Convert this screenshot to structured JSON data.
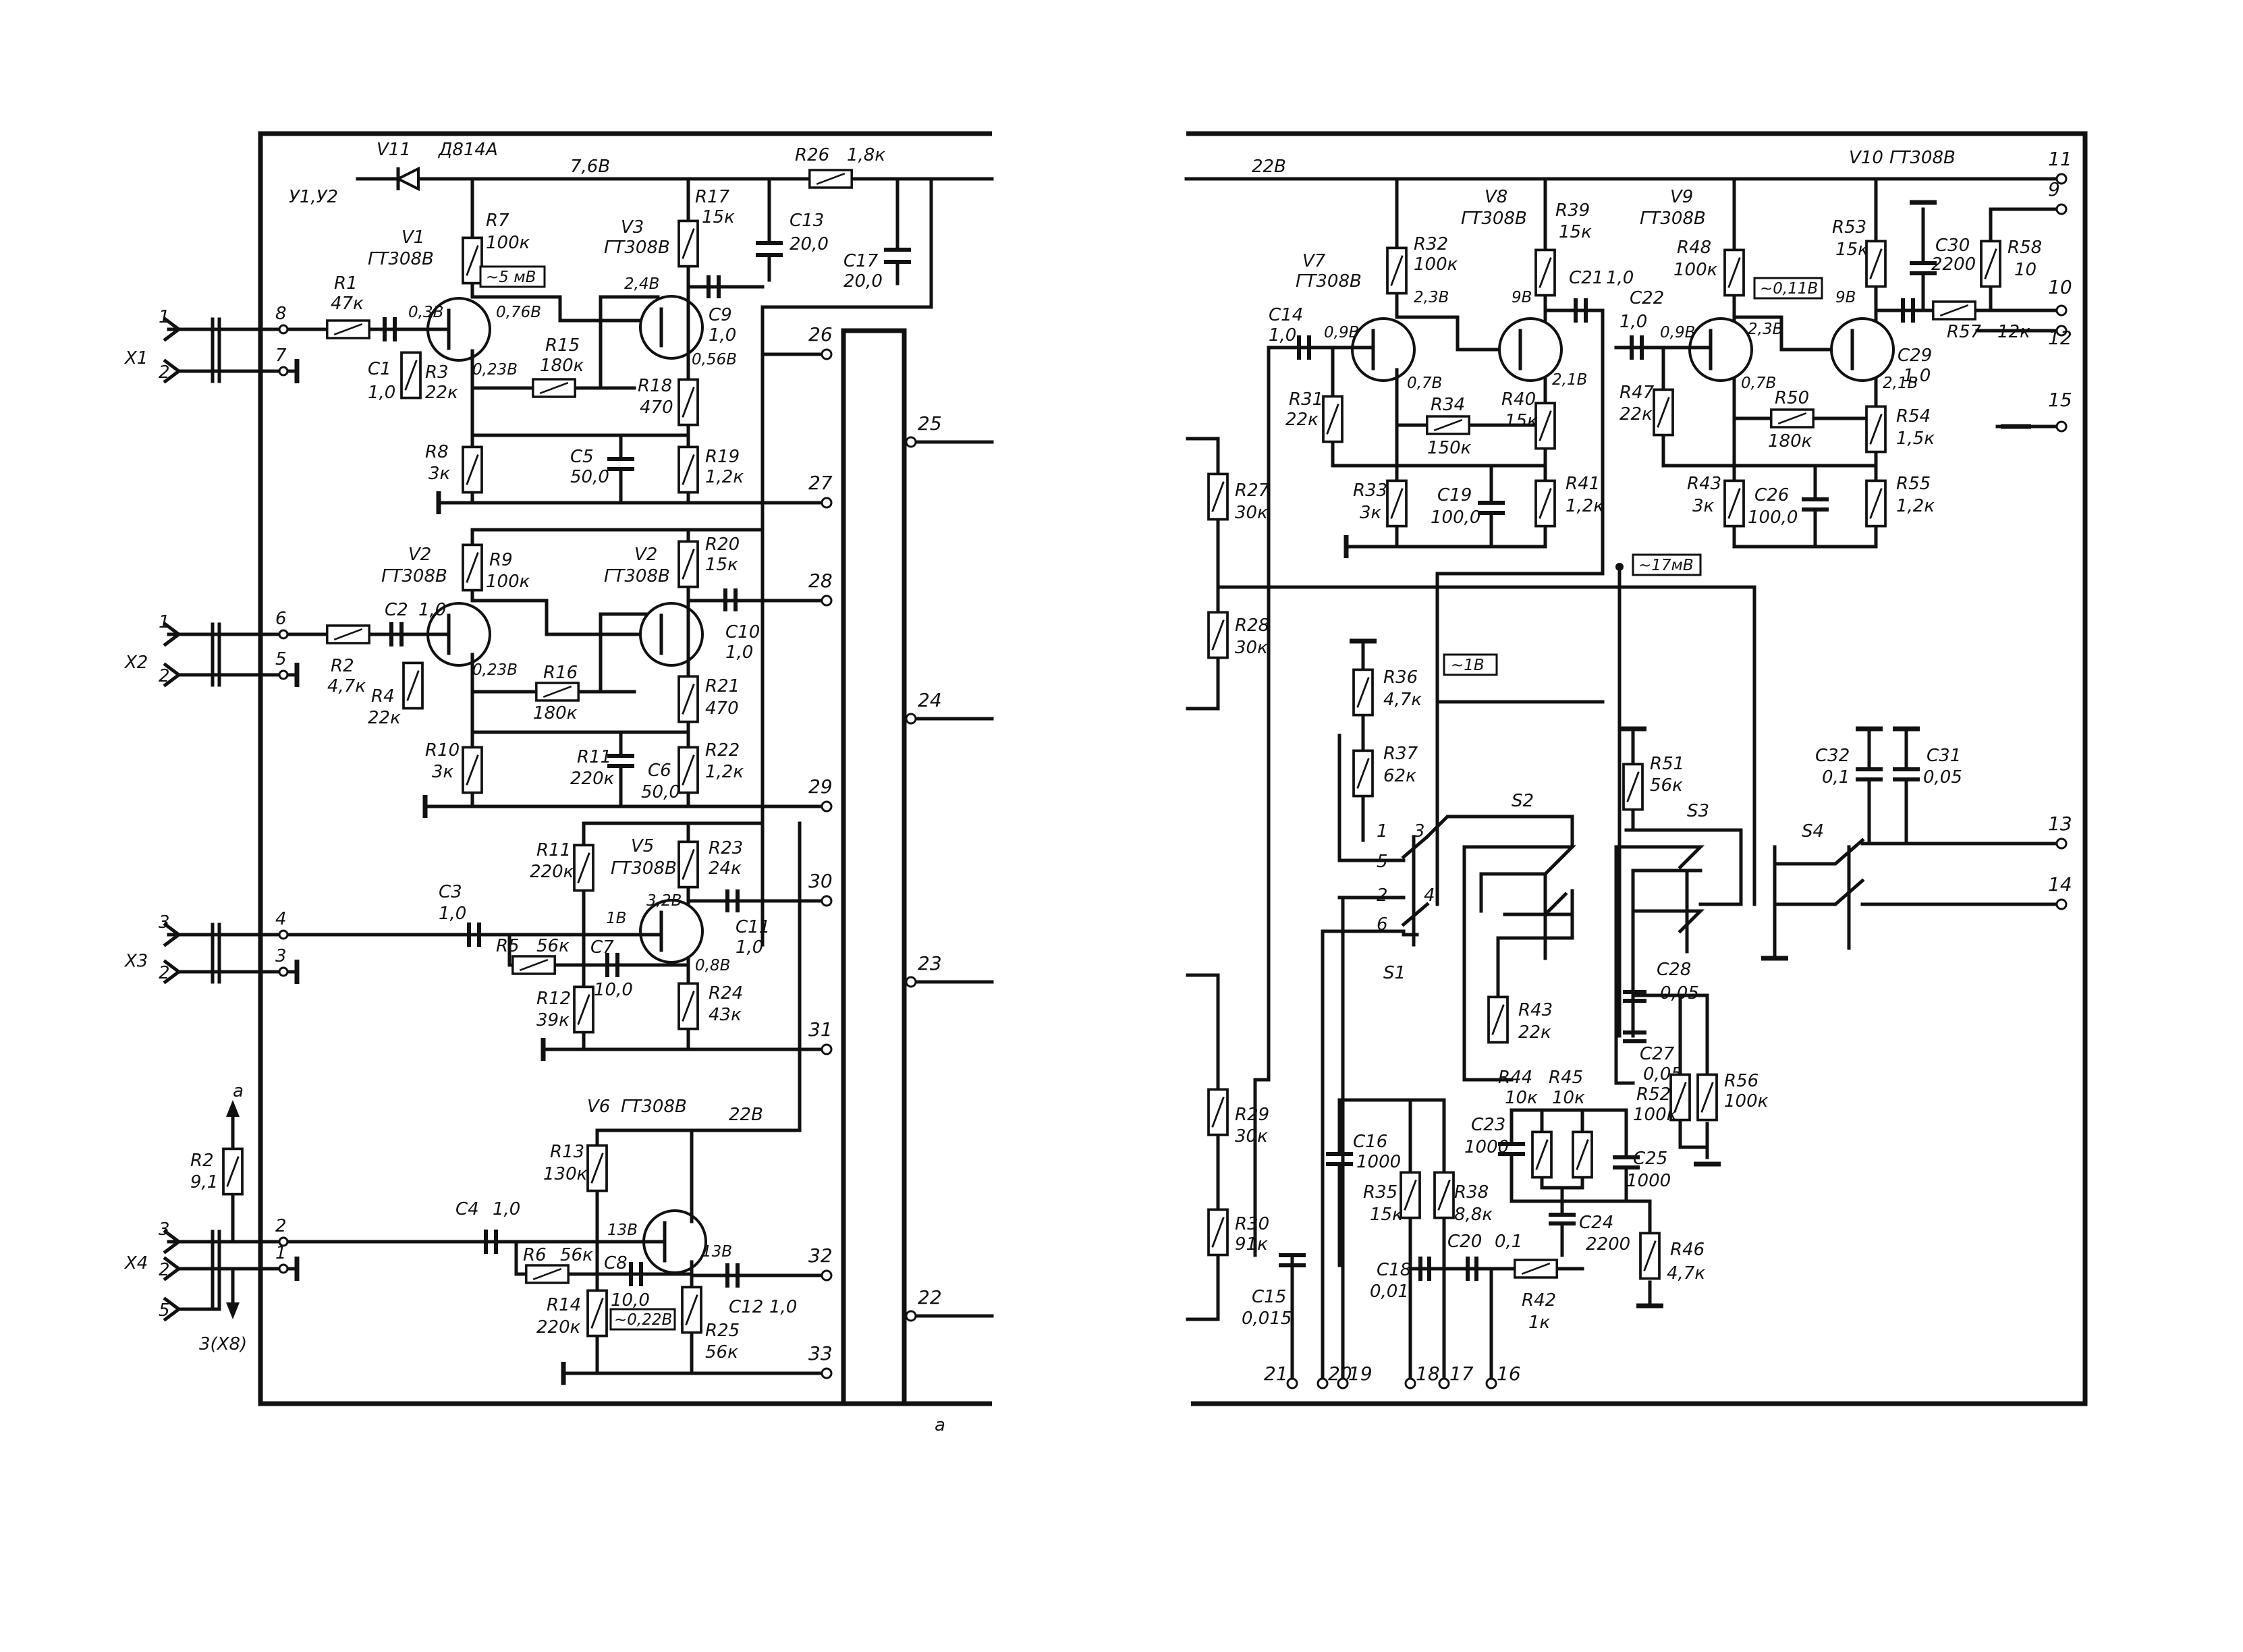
{
  "left": {
    "inputs": [
      {
        "name": "X1",
        "pin_a": "1",
        "pin_b": "2",
        "node_a": "8",
        "node_b": "7"
      },
      {
        "name": "X2",
        "pin_a": "1",
        "pin_b": "2",
        "node_a": "6",
        "node_b": "5"
      },
      {
        "name": "X3",
        "pin_a": "3",
        "pin_b": "2",
        "node_a": "4",
        "node_b": "3"
      },
      {
        "name": "X4",
        "pin_a": "3",
        "pin_b": "2",
        "pin_c": "5",
        "node_a": "2",
        "node_b": "1"
      }
    ],
    "x4_note": "3(X8)",
    "x4_up": "a",
    "bottom_a": "a",
    "supply_note": "У1,У2",
    "zener": {
      "ref": "V11",
      "type": "Д814А",
      "voltage": "7,6В"
    },
    "r26": {
      "ref": "R26",
      "val": "1,8к"
    },
    "c13": {
      "ref": "C13",
      "val": "20,0"
    },
    "c17": {
      "ref": "C17",
      "val": "20,0"
    },
    "r2s": {
      "ref": "R2",
      "val": "9,1"
    },
    "v1": {
      "ref": "V1",
      "type": "ГТ308В"
    },
    "v3": {
      "ref": "V3",
      "type": "ГТ308В"
    },
    "v2a": {
      "ref": "V2",
      "type": "ГТ308В"
    },
    "v2b": {
      "ref": "V2",
      "type": "ГТ308В"
    },
    "v5": {
      "ref": "V5",
      "type": "ГТ308В"
    },
    "v6": {
      "ref": "V6",
      "type": "ГТ308В",
      "supply": "22В"
    },
    "r1": {
      "ref": "R1",
      "val": "47к"
    },
    "c1": {
      "ref": "C1",
      "val": "1,0"
    },
    "r3": {
      "ref": "R3",
      "val": "22к"
    },
    "r7": {
      "ref": "R7",
      "val": "100к"
    },
    "r8": {
      "ref": "R8",
      "val": "3к"
    },
    "r15": {
      "ref": "R15",
      "val": "180к"
    },
    "r17": {
      "ref": "R17",
      "val": "15к"
    },
    "r18": {
      "ref": "R18",
      "val": "470"
    },
    "r19": {
      "ref": "R19",
      "val": "1,2к"
    },
    "c5": {
      "ref": "C5",
      "val": "50,0"
    },
    "c9": {
      "ref": "C9",
      "val": "1,0"
    },
    "r2": {
      "ref": "R2",
      "val": "4,7к"
    },
    "c2": {
      "ref": "C2",
      "val": "1,0"
    },
    "r4": {
      "ref": "R4",
      "val": "22к"
    },
    "r9": {
      "ref": "R9",
      "val": "100к"
    },
    "r10": {
      "ref": "R10",
      "val": "3к"
    },
    "r16": {
      "ref": "R16",
      "val": "180к"
    },
    "r20": {
      "ref": "R20",
      "val": "15к"
    },
    "r21": {
      "ref": "R21",
      "val": "470"
    },
    "r22": {
      "ref": "R22",
      "val": "1,2к"
    },
    "r11x": {
      "ref": "R11",
      "val": "220к"
    },
    "c6": {
      "ref": "C6",
      "val": "50,0"
    },
    "c10": {
      "ref": "C10",
      "val": "1,0"
    },
    "c3": {
      "ref": "C3",
      "val": "1,0"
    },
    "r5": {
      "ref": "R5",
      "val": "56к"
    },
    "c7": {
      "ref": "C7",
      "val": "10,0"
    },
    "r11": {
      "ref": "R11",
      "val": "220к"
    },
    "r12": {
      "ref": "R12",
      "val": "39к"
    },
    "r23": {
      "ref": "R23",
      "val": "24к"
    },
    "r24": {
      "ref": "R24",
      "val": "43к"
    },
    "c11": {
      "ref": "C11",
      "val": "1,0"
    },
    "c4": {
      "ref": "C4",
      "val": "1,0"
    },
    "r6": {
      "ref": "R6",
      "val": "56к"
    },
    "c8": {
      "ref": "C8",
      "val": "10,0"
    },
    "r13": {
      "ref": "R13",
      "val": "130к"
    },
    "r14": {
      "ref": "R14",
      "val": "220к"
    },
    "r25": {
      "ref": "R25",
      "val": "56к"
    },
    "c12": {
      "ref": "C12",
      "val": "1,0"
    },
    "volt": {
      "v1b": "0,3В",
      "v1c": "0,76В",
      "v1e": "0,23В",
      "v3b": "2,4В",
      "v3e": "0,56В",
      "v2e": "0,23В",
      "v5b": "1В",
      "v5c": "3,2В",
      "v5e": "0,8В",
      "v6b": "13В",
      "v6e": "13В",
      "sig1": "~5 мВ",
      "sig6": "~0,22В"
    },
    "connectors": [
      "26",
      "27",
      "28",
      "29",
      "30",
      "31",
      "32",
      "33"
    ],
    "bus": [
      "25",
      "24",
      "23",
      "22"
    ]
  },
  "right": {
    "supply": "22В",
    "v7": {
      "ref": "V7",
      "type": "ГТ308В"
    },
    "v8": {
      "ref": "V8",
      "type": "ГТ308В"
    },
    "v9": {
      "ref": "V9",
      "type": "ГТ308В"
    },
    "v10": {
      "ref": "V10",
      "type": "ГТ308В"
    },
    "c14": {
      "ref": "C14",
      "val": "1,0"
    },
    "r31": {
      "ref": "R31",
      "val": "22к"
    },
    "r32": {
      "ref": "R32",
      "val": "100к"
    },
    "r33": {
      "ref": "R33",
      "val": "3к"
    },
    "r34": {
      "ref": "R34",
      "val": "150к"
    },
    "r39": {
      "ref": "R39",
      "val": "15к"
    },
    "r40": {
      "ref": "R40",
      "val": "15к"
    },
    "r41": {
      "ref": "R41",
      "val": "1,2к"
    },
    "c19": {
      "ref": "C19",
      "val": "100,0"
    },
    "c21": {
      "ref": "C21",
      "val": "1,0"
    },
    "c22": {
      "ref": "C22",
      "val": "1,0"
    },
    "r47": {
      "ref": "R47",
      "val": "22к"
    },
    "r48": {
      "ref": "R48",
      "val": "100к"
    },
    "r43a": {
      "ref": "R43",
      "val": "3к"
    },
    "r50": {
      "ref": "R50",
      "val": "180к"
    },
    "c26": {
      "ref": "C26",
      "val": "100,0"
    },
    "r53": {
      "ref": "R53",
      "val": "15к"
    },
    "r54": {
      "ref": "R54",
      "val": "1,5к"
    },
    "r55": {
      "ref": "R55",
      "val": "1,2к"
    },
    "c29": {
      "ref": "C29",
      "val": "1,0"
    },
    "c30": {
      "ref": "C30",
      "val": "2200"
    },
    "r57": {
      "ref": "R57",
      "val": "12к"
    },
    "r58": {
      "ref": "R58",
      "val": "10"
    },
    "r27": {
      "ref": "R27",
      "val": "30к"
    },
    "r28": {
      "ref": "R28",
      "val": "30к"
    },
    "r29": {
      "ref": "R29",
      "val": "30к"
    },
    "r30": {
      "ref": "R30",
      "val": "91к"
    },
    "c15": {
      "ref": "C15",
      "val": "0,015"
    },
    "r36": {
      "ref": "R36",
      "val": "4,7к"
    },
    "r37": {
      "ref": "R37",
      "val": "62к"
    },
    "s1": "S1",
    "s2": "S2",
    "s3": "S3",
    "s4": "S4",
    "s1pins": [
      "1",
      "3",
      "5",
      "2",
      "4",
      "6"
    ],
    "r43b": {
      "ref": "R43",
      "val": "22к"
    },
    "r44": {
      "ref": "R44",
      "val": "10к"
    },
    "r45": {
      "ref": "R45",
      "val": "10к"
    },
    "c23": {
      "ref": "C23",
      "val": "1000"
    },
    "c25": {
      "ref": "C25",
      "val": "1000"
    },
    "c24": {
      "ref": "C24",
      "val": "2200"
    },
    "r46": {
      "ref": "R46",
      "val": "4,7к"
    },
    "c16": {
      "ref": "C16",
      "val": "1000"
    },
    "r35": {
      "ref": "R35",
      "val": "15к"
    },
    "r38": {
      "ref": "R38",
      "val": "8,8к"
    },
    "c18": {
      "ref": "C18",
      "val": "0,01"
    },
    "c20": {
      "ref": "C20",
      "val": "0,1"
    },
    "r42": {
      "ref": "R42",
      "val": "1к"
    },
    "r51": {
      "ref": "R51",
      "val": "56к"
    },
    "c28": {
      "ref": "C28",
      "val": "0,05"
    },
    "c27": {
      "ref": "C27",
      "val": "0,05"
    },
    "r52": {
      "ref": "R52",
      "val": "100к"
    },
    "r56": {
      "ref": "R56",
      "val": "100к"
    },
    "c32": {
      "ref": "C32",
      "val": "0,1"
    },
    "c31": {
      "ref": "C31",
      "val": "0,05"
    },
    "volt": {
      "v7b": "0,9В",
      "v7c": "2,3В",
      "v7e": "0,7В",
      "v8c": "9В",
      "v8e": "2,1В",
      "v9b": "0,9В",
      "v9c": "2,3В",
      "v9e": "0,7В",
      "v10c": "9В",
      "v10e": "2,1В",
      "sig11": "~0,11В",
      "sig17": "~17мВ",
      "sig1v": "~1В"
    },
    "connectors": [
      "11",
      "9",
      "10",
      "12",
      "15",
      "13",
      "14"
    ],
    "bottom": [
      "21",
      "20",
      "19",
      "18",
      "17",
      "16"
    ]
  }
}
